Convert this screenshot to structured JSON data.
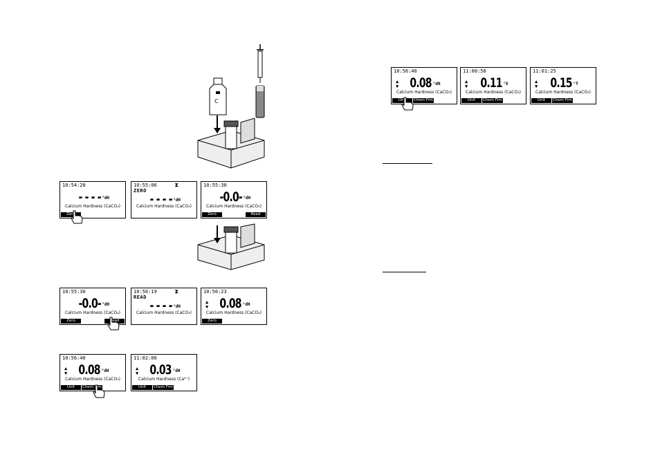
{
  "param_caco3": "Calcium Hardness (CaCO₃)",
  "param_ca": "Calcium Hardness (Ca²⁺)",
  "keys": {
    "zero": "Zero",
    "read": "Read",
    "unit": "Unit",
    "chem_frm": "Chem Frm"
  },
  "hourglass": "⧗",
  "screens": {
    "s1": {
      "time": "10:54:20",
      "value": "- - - -",
      "unit": "°dH"
    },
    "s2": {
      "time": "10:55:06",
      "status": "ZERO",
      "value": "- - - -",
      "unit": "°dH"
    },
    "s3": {
      "time": "10:55:30",
      "value": "-0.0-",
      "unit": "°dH"
    },
    "s4": {
      "time": "10:55:30",
      "value": "-0.0-",
      "unit": "°dH"
    },
    "s5": {
      "time": "10:56:19",
      "status": "READ",
      "value": "- - - -",
      "unit": "°dH"
    },
    "s6": {
      "time": "10:56:23",
      "value": "0.08",
      "unit": "°dH"
    },
    "s7": {
      "time": "10:56:40",
      "value": "0.08",
      "unit": "°dH"
    },
    "s8": {
      "time": "11:02:00",
      "value": "0.03",
      "unit": "°dH"
    },
    "r1": {
      "time": "10:56:40",
      "value": "0.08",
      "unit": "°dH"
    },
    "r2": {
      "time": "11:00:58",
      "value": "0.11",
      "unit": "°E"
    },
    "r3": {
      "time": "11:01:25",
      "value": "0.15",
      "unit": "°f"
    }
  },
  "illustrations": {
    "reagent_bottle": {
      "label": "C"
    }
  }
}
